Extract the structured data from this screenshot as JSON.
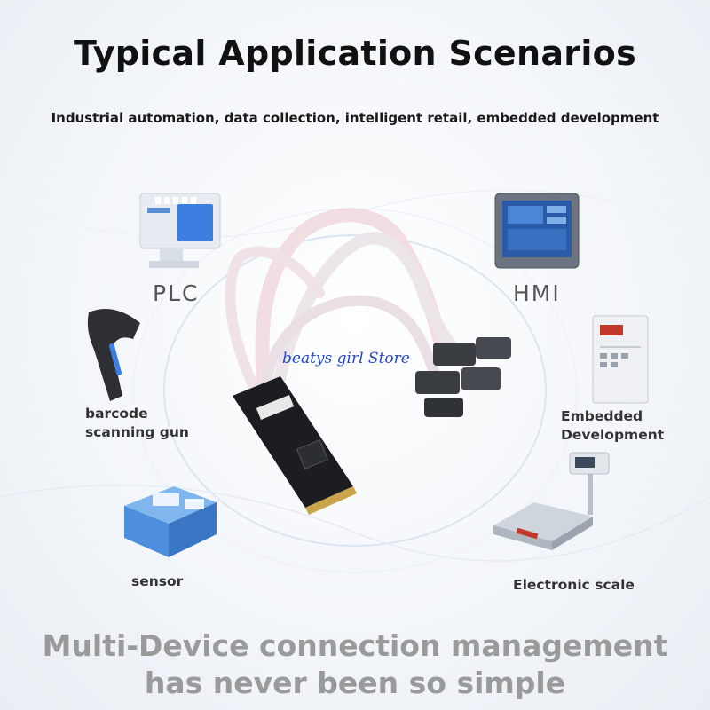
{
  "header": {
    "title": "Typical Application Scenarios",
    "subtitle": "Industrial automation, data collection, intelligent retail, embedded development"
  },
  "devices": {
    "plc": "PLC",
    "hmi": "HMI",
    "barcode_line1": "barcode",
    "barcode_line2": "scanning gun",
    "embedded_line1": "Embedded",
    "embedded_line2": "Development",
    "sensor": "sensor",
    "scale": "Electronic scale"
  },
  "footer": {
    "line1": "Multi-Device connection management",
    "line2": "has never been so simple"
  },
  "watermark": "beatys girl Store",
  "colors": {
    "accent_blue": "#3d7fe0",
    "footer_gray": "#9a9a9a",
    "watermark_blue": "#2448c8"
  }
}
